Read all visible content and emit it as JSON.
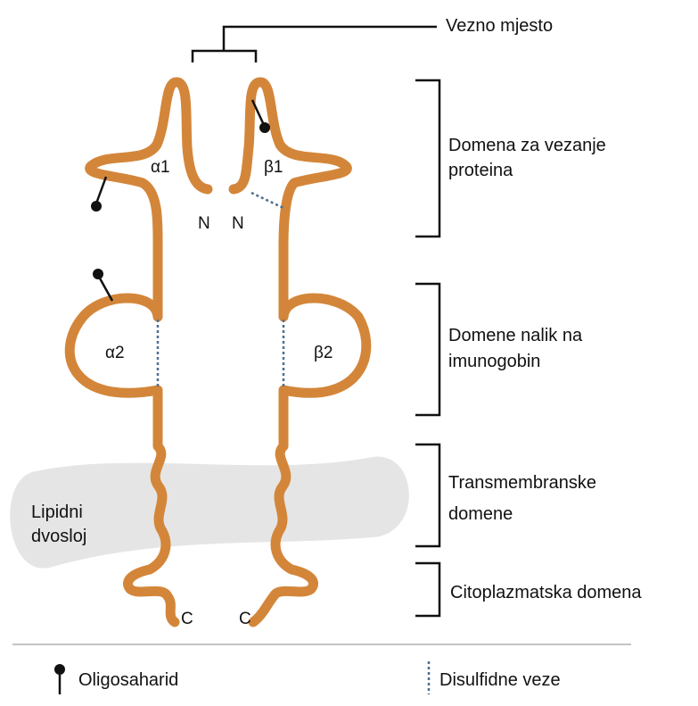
{
  "colors": {
    "chain": "#D3863A",
    "membrane": "#E5E5E5",
    "bracket": "#111111",
    "oligosaccharide": "#111111",
    "disulfide": "#4F6F8F"
  },
  "labels": {
    "binding_site": "Vezno mjesto",
    "peptide_domain_line1": "Domena za vezanje",
    "peptide_domain_line2": "proteina",
    "ig_domain_line1": "Domene nalik na",
    "ig_domain_line2": "imunogobin",
    "tm_domain_line1": "Transmembranske",
    "tm_domain_line2": "domene",
    "cyto_domain": "Citoplazmatska domena",
    "membrane_line1": "Lipidni",
    "membrane_line2": "dvosloj"
  },
  "chains": {
    "alpha1": "α1",
    "beta1": "β1",
    "alpha2": "α2",
    "beta2": "β2",
    "n_left": "N",
    "n_right": "N",
    "c_left": "C",
    "c_right": "C"
  },
  "legend": {
    "oligosaccharide": "Oligosaharid",
    "disulfide": "Disulfidne veze"
  }
}
